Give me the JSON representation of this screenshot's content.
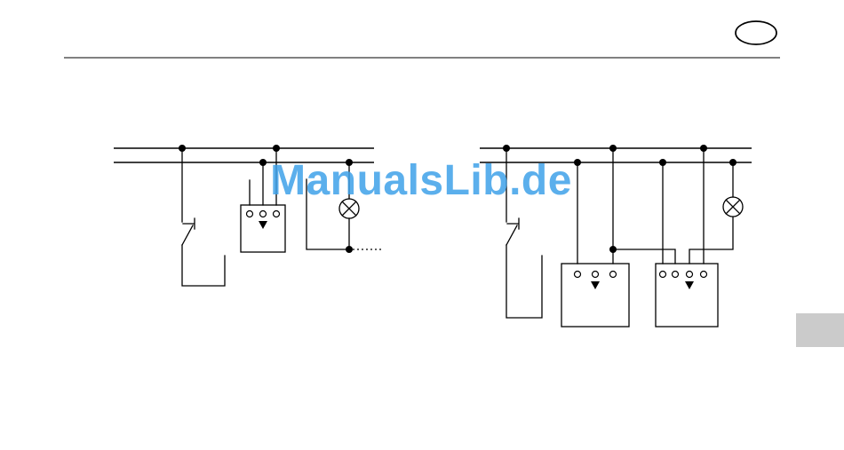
{
  "watermark": {
    "text": "ManualsLib.de",
    "color": "#3fa2e9"
  },
  "page_tab": {
    "color": "#cbcbcb"
  },
  "decorations": {
    "oval_logo": "oval-logo-outline"
  },
  "diagram_left": {
    "name": "wiring-diagram-single-control-unit"
  },
  "diagram_right": {
    "name": "wiring-diagram-main-and-extension-unit"
  }
}
